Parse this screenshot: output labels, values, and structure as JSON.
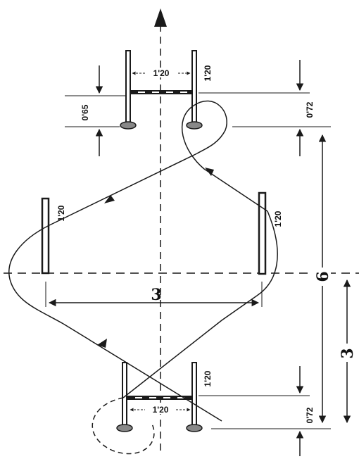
{
  "labels": {
    "top_pole_spacing": "1'20",
    "top_right_height": "1'20",
    "top_left_gap": "0'65",
    "top_right_gap": "0'72",
    "left_panel": "1'20",
    "right_panel": "1'20",
    "center_width": "3",
    "total_length": "6",
    "half_length": "3",
    "bottom_pole_spacing": "1'20",
    "bottom_right_height": "1'20",
    "bottom_right_gap": "0'72"
  },
  "colors": {
    "ink": "#1a1a1a",
    "paper": "#ffffff"
  }
}
